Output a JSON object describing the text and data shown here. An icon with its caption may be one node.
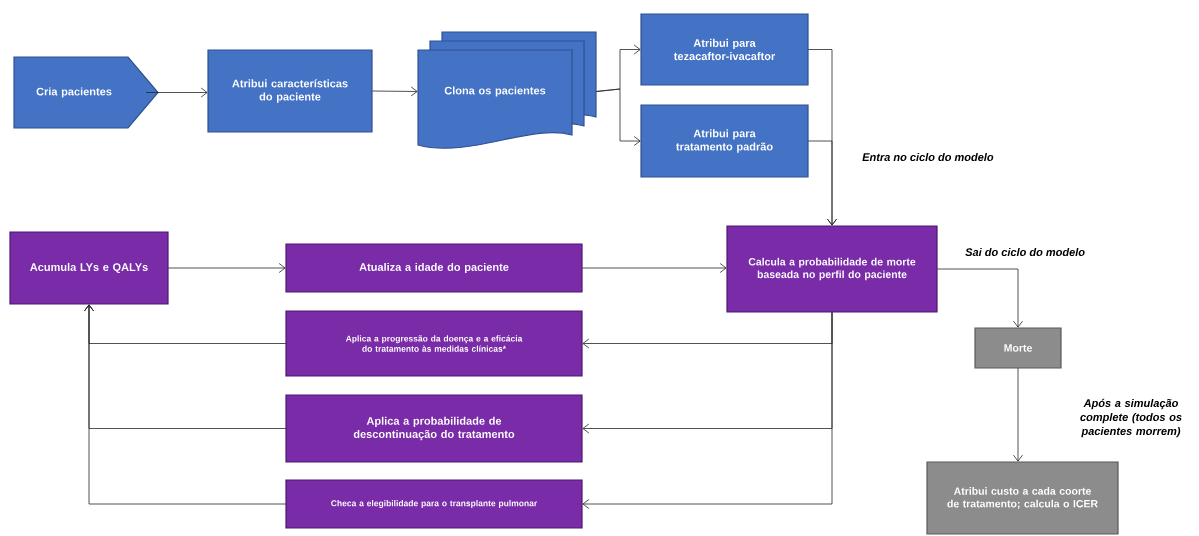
{
  "diagram": {
    "nodes": [
      {
        "text": [
          "Cria pacientes"
        ]
      },
      {
        "text": [
          "Atribui características do paciente"
        ]
      },
      {
        "text": [
          "Clona os pacientes"
        ]
      },
      {
        "text": [
          "Atribui para tezacaftor-ivacaftor"
        ]
      },
      {
        "text": [
          "Atribui para tratamento padrão"
        ]
      },
      {
        "text": [
          "Calcula a probabilidade de morte baseada no perfil do paciente"
        ]
      },
      {
        "text": [
          "Acumula LYs e QALYs"
        ]
      },
      {
        "text": [
          "Atualiza a idade do paciente"
        ]
      },
      {
        "text": [
          "Aplica a progressão da doença e a eficácia do tratamento às medidas clínicas*"
        ]
      },
      {
        "text": [
          "Aplica a probabilidade de descontinuação do tratamento"
        ]
      },
      {
        "text": [
          "Checa a elegibilidade para o transplante pulmonar"
        ]
      },
      {
        "text": [
          "Morte"
        ]
      },
      {
        "text": [
          "Atribui custo a cada coorte de tratamento; calcula o ICER"
        ]
      }
    ],
    "edges": [
      {
        "from": 0,
        "to": 1,
        "arrow": "to"
      },
      {
        "from": 1,
        "to": 2,
        "arrow": "to"
      },
      {
        "from": 2,
        "to": 3,
        "arrow": "to"
      },
      {
        "from": 2,
        "to": 4,
        "arrow": "to"
      },
      {
        "from": 3,
        "to": 5,
        "arrow": "to"
      },
      {
        "from": 4,
        "to": 5,
        "arrow": "to"
      },
      {
        "from": 6,
        "to": 7,
        "arrow": "to"
      },
      {
        "from": 7,
        "to": 5,
        "arrow": "to"
      },
      {
        "from": 5,
        "to": 8,
        "arrow": "to"
      },
      {
        "from": 5,
        "to": 9,
        "arrow": "to"
      },
      {
        "from": 5,
        "to": 10,
        "arrow": "to"
      },
      {
        "from": 8,
        "to": 6,
        "arrow": "to"
      },
      {
        "from": 9,
        "to": 6,
        "arrow": "to"
      },
      {
        "from": 10,
        "to": 6,
        "arrow": "to"
      },
      {
        "from": 5,
        "to": 11,
        "arrow": "to"
      },
      {
        "from": 11,
        "to": 12,
        "arrow": "to"
      }
    ],
    "labels": [
      "Entra no ciclo do modelo",
      "Sai do ciclo do modelo",
      "Após a simulação complete (todos os pacientes morrem)"
    ]
  }
}
